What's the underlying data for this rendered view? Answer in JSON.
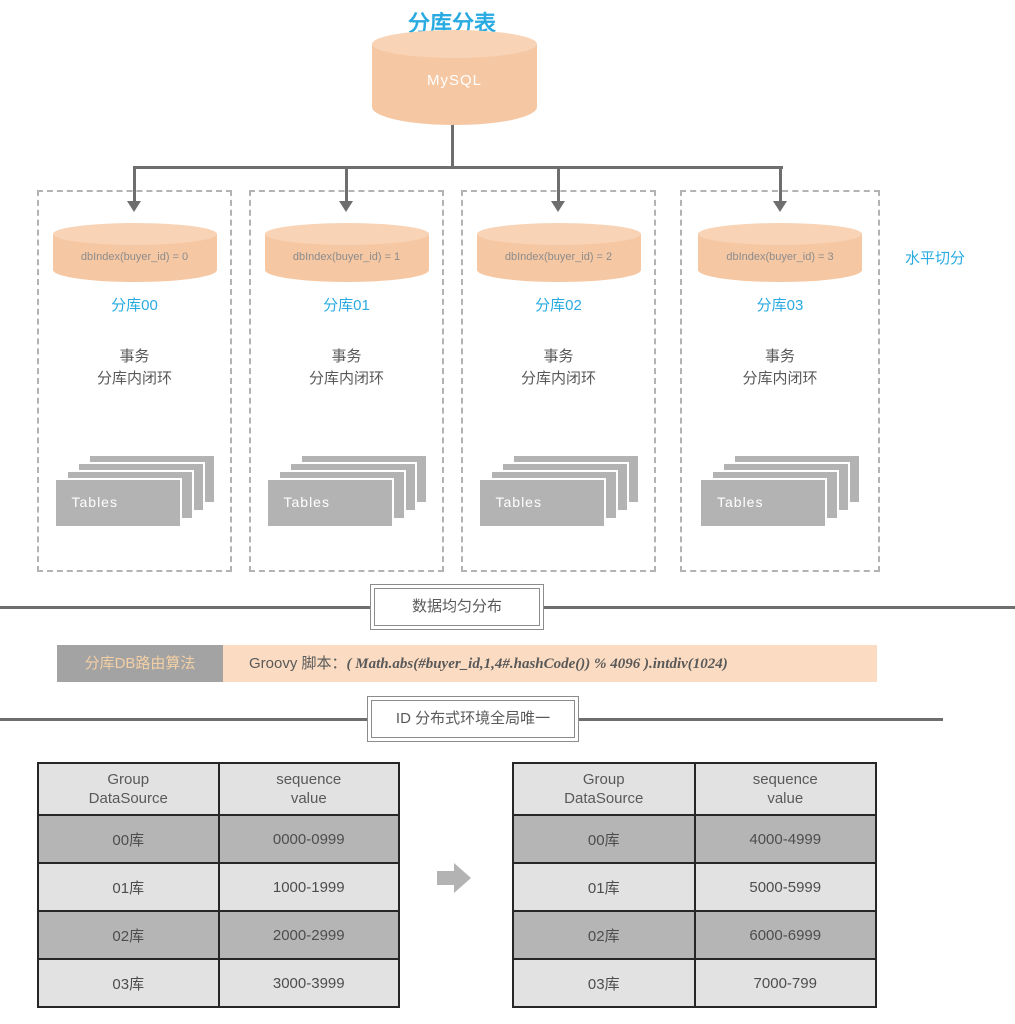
{
  "colors": {
    "accent_blue": "#29abe2",
    "peach": "#f6c7a3",
    "peach_light": "#fbdcc2",
    "connector_gray": "#6e6e6e",
    "sheet_gray": "#b3b3b3",
    "table_dark_row": "#b5b5b5",
    "table_light_row": "#e2e2e2"
  },
  "title": "分库分表",
  "mysql_label": "MySQL",
  "horizontal_split_label": "水平切分",
  "shards": [
    {
      "db_index_label": "dbIndex(buyer_id)  = 0",
      "name": "分库00",
      "note": "事务\n分库内闭环",
      "tables_label": "Tables"
    },
    {
      "db_index_label": "dbIndex(buyer_id) = 1",
      "name": "分库01",
      "note": "事务\n分库内闭环",
      "tables_label": "Tables"
    },
    {
      "db_index_label": "dbIndex(buyer_id) = 2",
      "name": "分库02",
      "note": "事务\n分库内闭环",
      "tables_label": "Tables"
    },
    {
      "db_index_label": "dbIndex(buyer_id) = 3",
      "name": "分库03",
      "note": "事务\n分库内闭环",
      "tables_label": "Tables"
    }
  ],
  "divider_even_distribution": "数据均匀分布",
  "routing": {
    "label": "分库DB路由算法",
    "script_prefix": "Groovy 脚本：",
    "script_formula": "( Math.abs(#buyer_id,1,4#.hashCode()) % 4096 ).intdiv(1024)"
  },
  "divider_global_id": "ID 分布式环境全局唯一",
  "sequence_tables": [
    {
      "headers": [
        "Group\nDataSource",
        "sequence\nvalue"
      ],
      "rows": [
        [
          "00库",
          "0000-0999"
        ],
        [
          "01库",
          "1000-1999"
        ],
        [
          "02库",
          "2000-2999"
        ],
        [
          "03库",
          "3000-3999"
        ]
      ]
    },
    {
      "headers": [
        "Group\nDataSource",
        "sequence\nvalue"
      ],
      "rows": [
        [
          "00库",
          "4000-4999"
        ],
        [
          "01库",
          "5000-5999"
        ],
        [
          "02库",
          "6000-6999"
        ],
        [
          "03库",
          "7000-799"
        ]
      ]
    }
  ]
}
